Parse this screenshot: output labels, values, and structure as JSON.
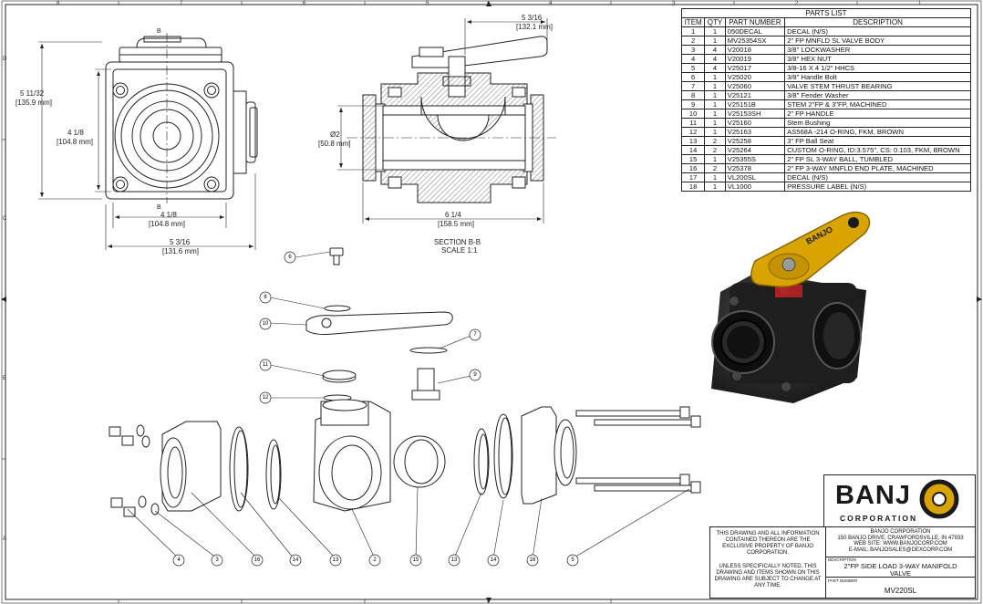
{
  "border": {
    "top_numbers": [
      "8",
      "7",
      "6",
      "5",
      "4",
      "3",
      "2",
      "1"
    ],
    "side_letters": [
      "D",
      "C",
      "B",
      "A"
    ]
  },
  "front_view": {
    "b_top": "B",
    "b_bottom": "B",
    "dim_height_outer": "5 11/32",
    "dim_height_outer_mm": "[135.9 mm]",
    "dim_height_inner": "4 1/8",
    "dim_height_inner_mm": "[104.8 mm]",
    "dim_width_inner": "4 1/8",
    "dim_width_inner_mm": "[104.8 mm]",
    "dim_width_outer": "5 3/16",
    "dim_width_outer_mm": "[131.6 mm]"
  },
  "section_view": {
    "dim_top": "5 3/16",
    "dim_top_mm": "[132.1 mm]",
    "dim_bore": "Ø2",
    "dim_bore_mm": "[50.8 mm]",
    "dim_bottom": "6 1/4",
    "dim_bottom_mm": "[158.5 mm]",
    "label": "SECTION B-B",
    "scale": "SCALE 1:1"
  },
  "parts_list": {
    "title": "PARTS LIST",
    "headers": [
      "ITEM",
      "QTY",
      "PART NUMBER",
      "DESCRIPTION"
    ],
    "rows": [
      [
        "1",
        "1",
        "050DECAL",
        "DECAL (N/S)"
      ],
      [
        "2",
        "1",
        "MV25354SX",
        "2\" FP MNFLD SL VALVE BODY"
      ],
      [
        "3",
        "4",
        "V20018",
        "3/8\" LOCKWASHER"
      ],
      [
        "4",
        "4",
        "V20019",
        "3/8\" HEX NUT"
      ],
      [
        "5",
        "4",
        "V25017",
        "3/8-16 X 4 1/2\" HHCS"
      ],
      [
        "6",
        "1",
        "V25020",
        "3/8\" Handle Bolt"
      ],
      [
        "7",
        "1",
        "V25060",
        "VALVE STEM THRUST BEARING"
      ],
      [
        "8",
        "1",
        "V25121",
        "3/8\" Fender Washer"
      ],
      [
        "9",
        "1",
        "V25151B",
        "STEM 2\"FP & 3\"FP, MACHINED"
      ],
      [
        "10",
        "1",
        "V25153SH",
        "2\" FP HANDLE"
      ],
      [
        "11",
        "1",
        "V25160",
        "Stem Bushing"
      ],
      [
        "12",
        "1",
        "V25163",
        "AS568A -214 O-RING, FKM, BROWN"
      ],
      [
        "13",
        "2",
        "V25258",
        "3\" FP Ball Seat"
      ],
      [
        "14",
        "2",
        "V25264",
        "CUSTOM O-RING, ID:3.575\", CS: 0.103, FKM, BROWN"
      ],
      [
        "15",
        "1",
        "V25355S",
        "2\" FP SL 3-WAY BALL, TUMBLED"
      ],
      [
        "16",
        "2",
        "V25378",
        "2\" FP 3-WAY MNFLD END PLATE, MACHINED"
      ],
      [
        "17",
        "1",
        "VL200SL",
        "DECAL (N/S)"
      ],
      [
        "18",
        "1",
        "VL1000",
        "PRESSURE LABEL (N/S)"
      ]
    ]
  },
  "handle_decal": "BANJO",
  "balloons_upper": [
    "6",
    "8",
    "10",
    "7",
    "11",
    "9",
    "12"
  ],
  "balloons_lower": [
    "4",
    "3",
    "16",
    "14",
    "13",
    "2",
    "15",
    "13",
    "14",
    "16",
    "5"
  ],
  "title_block": {
    "notice_1": "THIS DRAWING AND ALL INFORMATION CONTAINED THEREON ARE THE EXCLUSIVE PROPERTY OF BANJO CORPORATION.",
    "notice_2": "UNLESS SPECIFICALLY NOTED, THIS DRAWING AND ITEMS SHOWN ON THIS DRAWING ARE SUBJECT TO CHANGE AT ANY TIME.",
    "logo": "BANJ",
    "logo_sub": "CORPORATION",
    "company_name": "BANJO CORPORATION",
    "company_address": "150 BANJO DRIVE, CRAWFORDSVILLE, IN 47933",
    "company_web": "WEB SITE: WWW.BANJOCORP.COM",
    "company_email": "E-MAIL: BANJOSALES@DEXCORP.COM",
    "desc_label": "DESCRIPTION",
    "description": "2\"FP SIDE LOAD 3-WAY MANIFOLD VALVE",
    "pn_label": "PART NUMBER",
    "part_number": "MV220SL"
  },
  "colors": {
    "line": "#222222",
    "handle": "#d9a400",
    "handle_dark": "#8a6500",
    "body": "#1b1b1b",
    "body_mid": "#3a3a3a"
  }
}
